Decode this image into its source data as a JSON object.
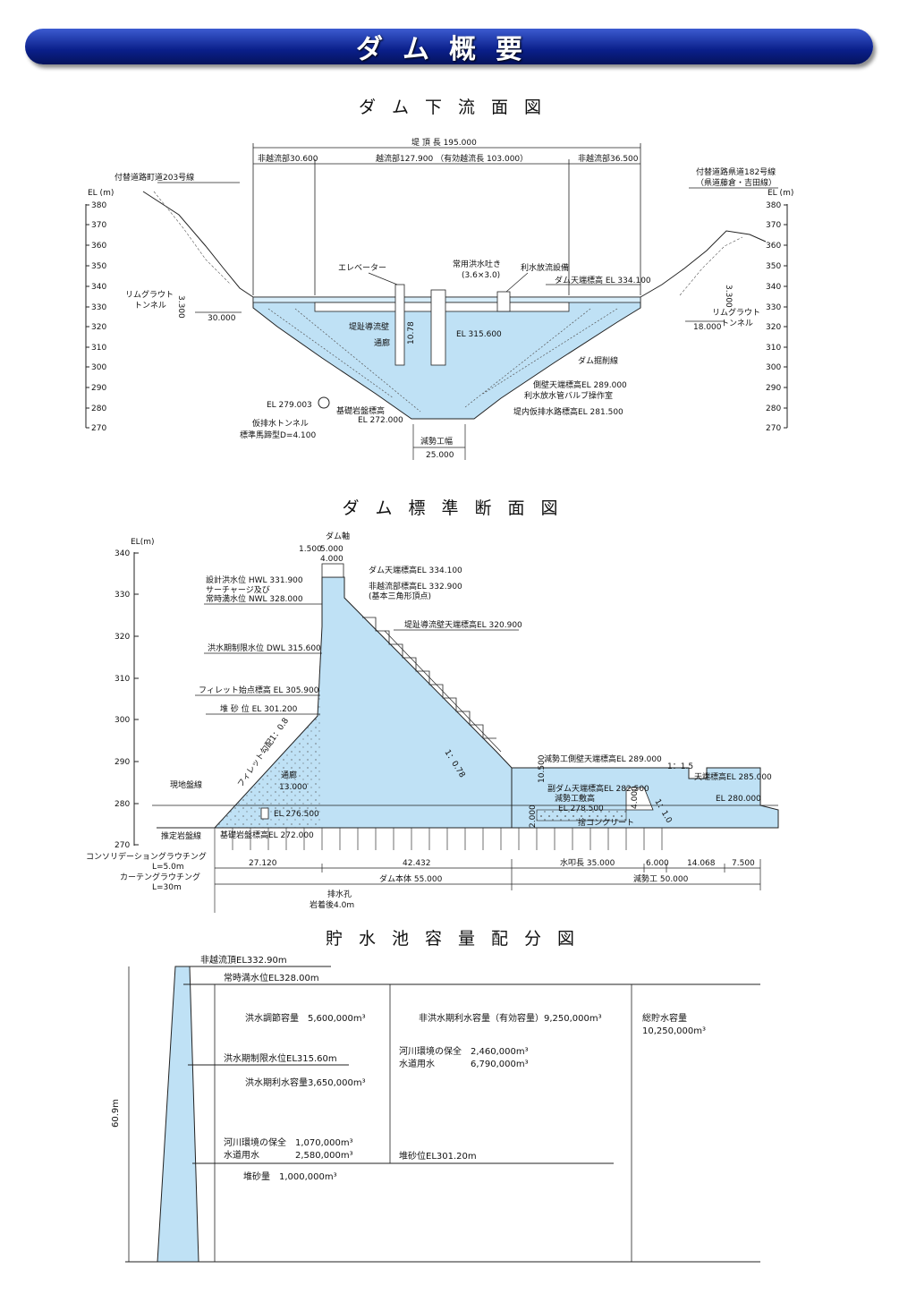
{
  "banner": "ダム概要",
  "sec1": {
    "title": "ダム下流面図",
    "crest_len": "堤 頂 長 195.000",
    "nonover_l": "非越流部30.600",
    "overflow": "越流部127.900 （有効越流長 103.000）",
    "nonover_r": "非越流部36.500",
    "road_l": "付替道路町道203号線",
    "road_r1": "付替道路県道182号線",
    "road_r2": "（県道藤倉・吉田線）",
    "el_label": "EL (m)",
    "axis": [
      "380",
      "370",
      "360",
      "350",
      "340",
      "330",
      "320",
      "310",
      "300",
      "290",
      "280",
      "270"
    ],
    "rim_l1": "リムグラウト",
    "rim_l2": "トンネル",
    "rim_r1": "リムグラウト",
    "rim_r2": "トンネル",
    "d3300": "3.300",
    "d30000": "30.000",
    "d18000": "18.000",
    "elevator": "エレベーター",
    "spill1": "常用洪水吐き",
    "spill2": "(3.6×3.0)",
    "outlet": "利水放流設備",
    "crest_el": "ダム天端標高 EL 334.100",
    "guide_wall": "堤趾導流壁",
    "gallery": "通廊",
    "d1078": "10.78",
    "el3156": "EL 315.600",
    "excav": "ダム掘削線",
    "side_wall": "側壁天端標高EL 289.000",
    "valve": "利水放水管バルブ操作室",
    "temp_ch": "堤内仮排水路標高EL 281.500",
    "el279": "EL 279.003",
    "base_rock": "基礎岩盤標高",
    "el272": "EL 272.000",
    "temp_tunnel": "仮排水トンネル",
    "horseshoe": "標準馬蹄型D=4.100",
    "basin": "減勢工幅",
    "basin_w": "25.000"
  },
  "sec2": {
    "title": "ダム標準断面図",
    "el_label": "EL(m)",
    "axis": [
      "340",
      "330",
      "320",
      "310",
      "300",
      "290",
      "280",
      "270"
    ],
    "dam_axis": "ダム軸",
    "d1500": "1.500",
    "d5000": "5.000",
    "d4000": "4.000",
    "crest_el": "ダム天端標高EL 334.100",
    "nonover_el": "非越流部標高EL 332.900",
    "triangle": "(基本三角形頂点)",
    "hwl": "設計洪水位 HWL 331.900",
    "surcharge": "サーチャージ及び",
    "nwl": "常時満水位 NWL 328.000",
    "guide_wall": "堤趾導流壁天端標高EL 320.900",
    "dwl": "洪水期制限水位 DWL 315.600",
    "fillet_el": "フィレット始点標高 EL 305.900",
    "sediment": "堆 砂 位 EL 301.200",
    "fillet_slope": "フィレット勾配1：0.8",
    "slope": "1：0.78",
    "gallery": "通廊",
    "d13000": "13.000",
    "ground": "現地盤線",
    "el2765": "EL 276.500",
    "est_rock": "推定岩盤線",
    "base_rock": "基礎岩盤標高EL 272.000",
    "consol": "コンソリデーショングラウチング",
    "consol_l": "L=5.0m",
    "curtain": "カーテングラウチング",
    "curtain_l": "L=30m",
    "basin_side": "減勢工側壁天端標高EL  289.000",
    "slope2": "1：1.5",
    "end_el": "天端標高EL 285.000",
    "sub_dam": "副ダム天端標高EL 282.500",
    "d10500": "10.500",
    "slab_el": "減勢工敷高",
    "el2785": "EL 278.500",
    "slope3": "1：1.0",
    "el280": "EL 280.000",
    "d4000b": "4.000",
    "d2000": "2.000",
    "concrete": "捨コンクリート",
    "d27120": "27.120",
    "d42432": "42.432",
    "apron": "水叩長 35.000",
    "d6000": "6.000",
    "d14068": "14.068",
    "d7500": "7.500",
    "dam_body": "ダム本体  55.000",
    "basin_len": "減勢工  50.000",
    "drain": "排水孔",
    "drain_l": "岩着後4.0m"
  },
  "sec3": {
    "title": "貯水池容量配分図",
    "nonover": "非越流頂EL332.90m",
    "nwl": "常時満水位EL328.00m",
    "flood_cap": "洪水調節容量　5,600,000m³",
    "nonflood_cap": "非洪水期利水容量（有効容量）9,250,000m³",
    "total_cap": "総貯水容量",
    "total_val": "10,250,000m³",
    "river1": "河川環境の保全　2,460,000m³",
    "water1": "水道用水　　　　6,790,000m³",
    "dwl": "洪水期制限水位EL315.60m",
    "flood_use": "洪水期利水容量3,650,000m³",
    "height": "60.9m",
    "river2": "河川環境の保全　1,070,000m³",
    "water2": "水道用水　　　　2,580,000m³",
    "sed_level": "堆砂位EL301.20m",
    "sed_vol": "堆砂量　1,000,000m³"
  }
}
